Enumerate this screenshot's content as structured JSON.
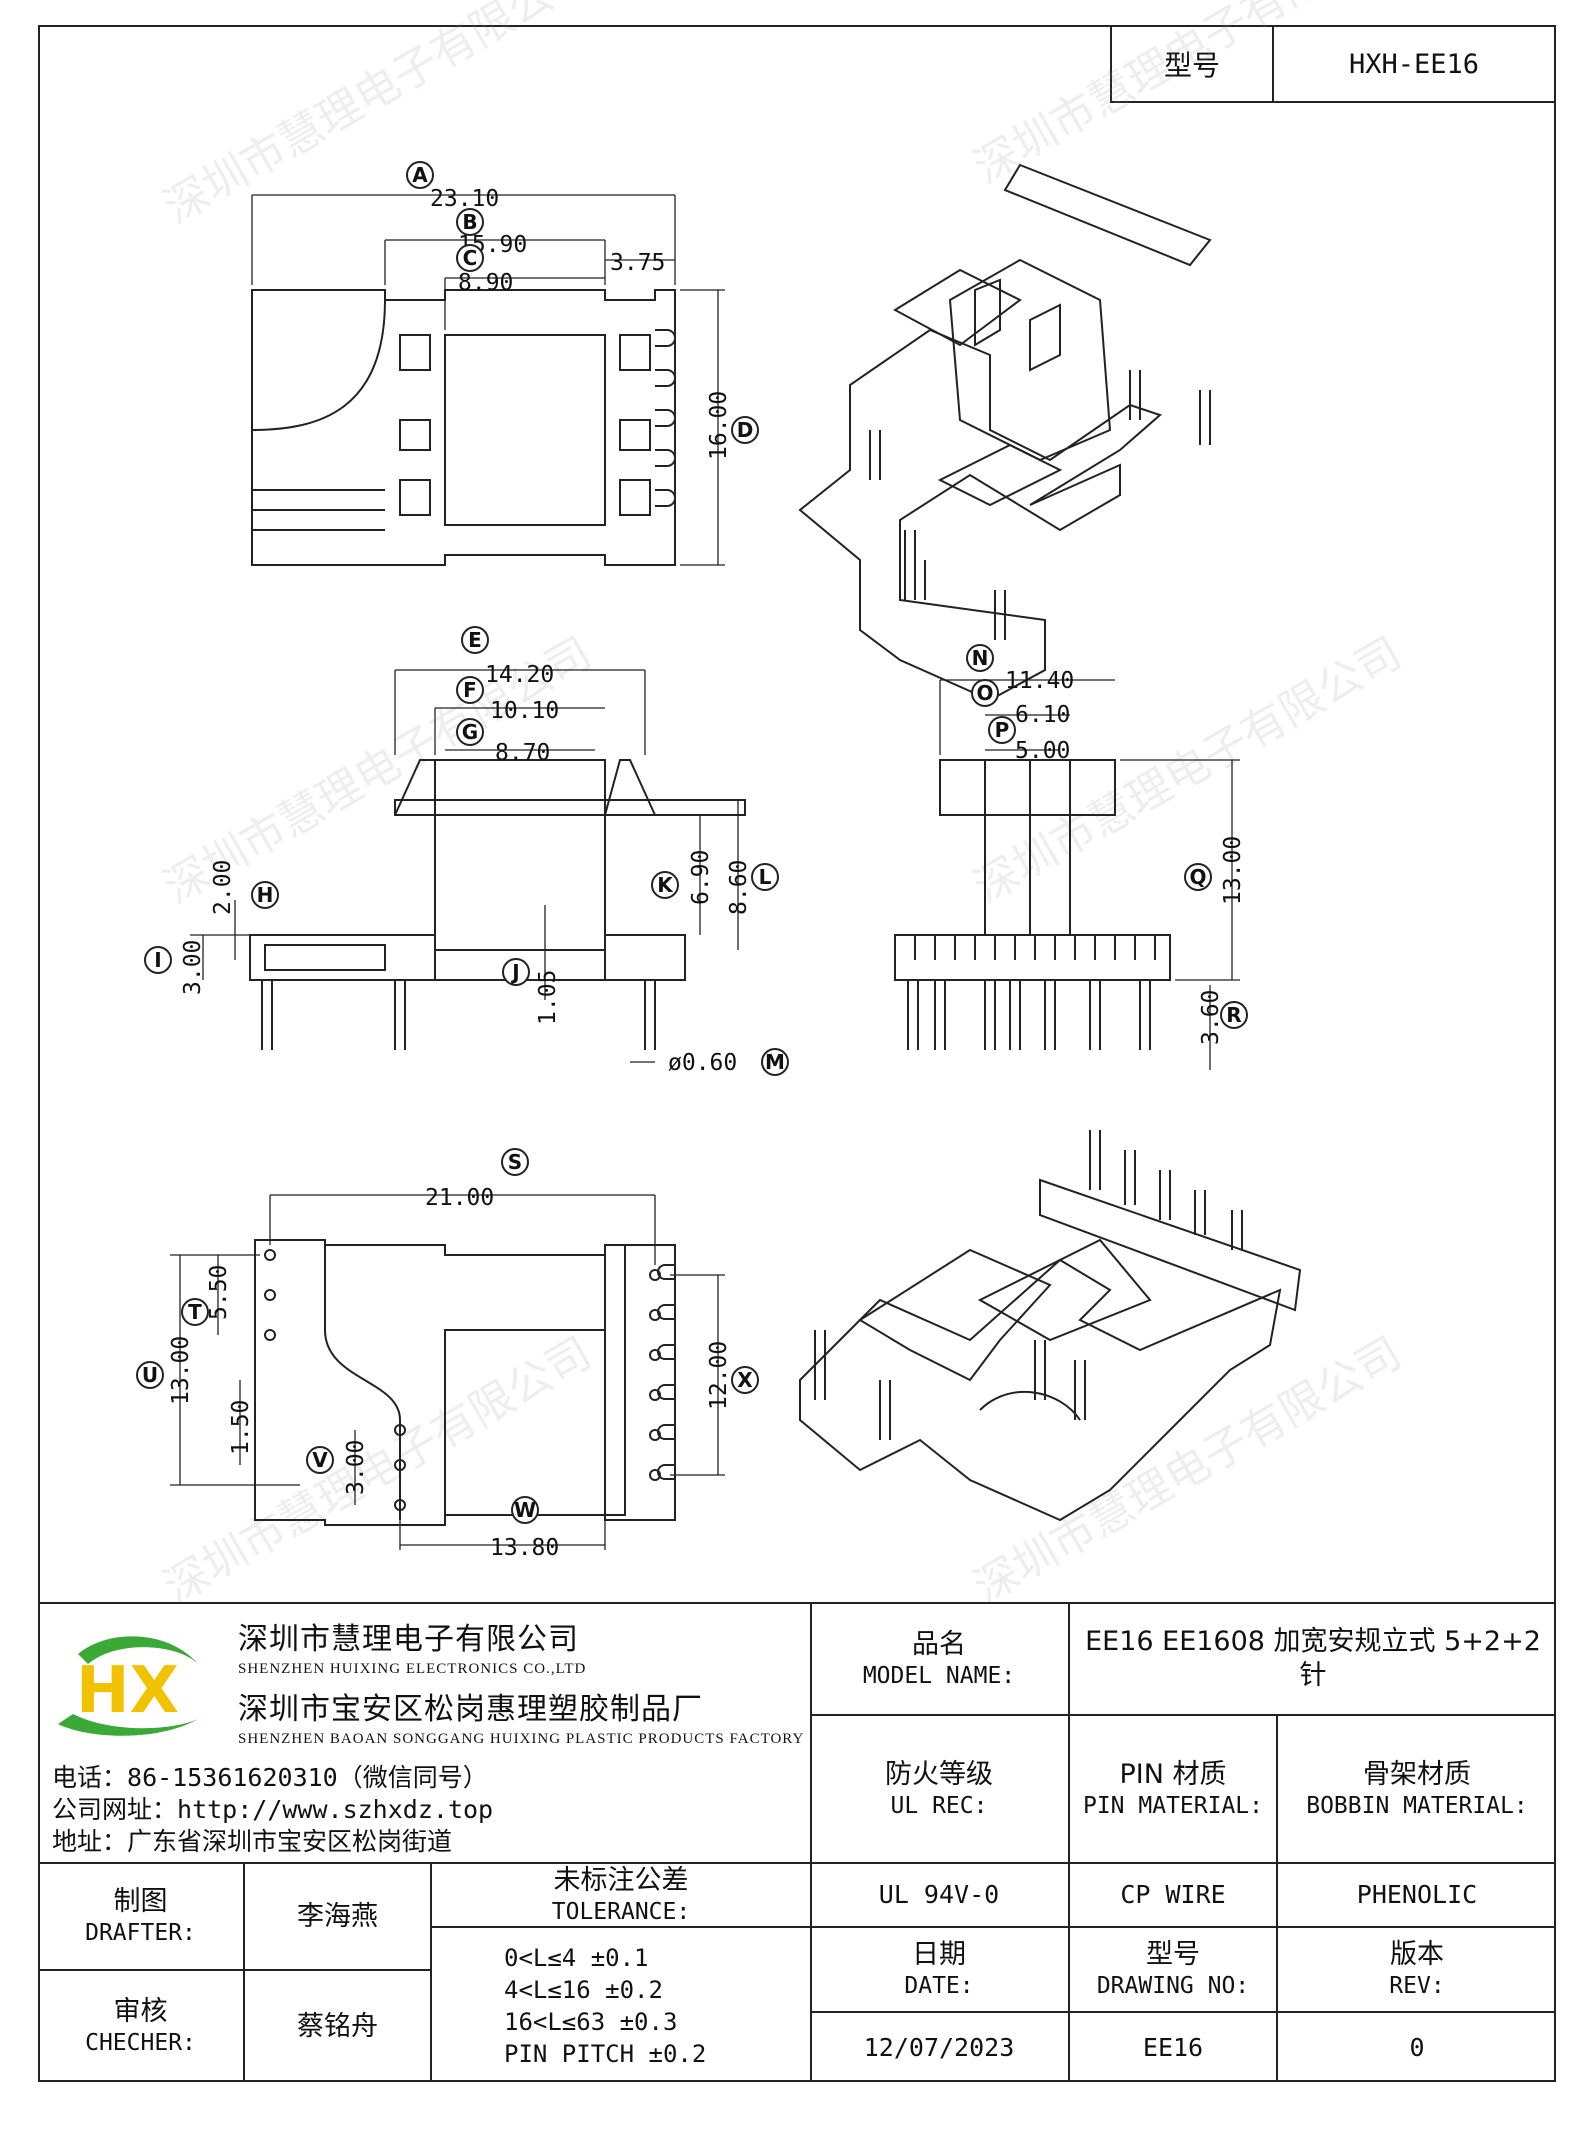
{
  "header": {
    "type_label": "型号",
    "type_value": "HXH-EE16"
  },
  "watermark": "深圳市慧理电子有限公司",
  "dimensions": {
    "A": "23.10",
    "B": "15.90",
    "C": "8.90",
    "C2": "3.75",
    "D": "16.00",
    "E": "14.20",
    "F": "10.10",
    "G": "8.70",
    "H": "2.00",
    "I": "3.00",
    "J": "1.05",
    "K": "6.90",
    "L": "8.60",
    "M": "ø0.60",
    "N": "11.40",
    "O": "6.10",
    "P": "5.00",
    "Q": "13.00",
    "R": "3.60",
    "S": "21.00",
    "T": "5.50",
    "U": "13.00",
    "U2": "1.50",
    "V": "3.00",
    "W": "13.80",
    "X": "12.00"
  },
  "tags": [
    "A",
    "B",
    "C",
    "D",
    "E",
    "F",
    "G",
    "H",
    "I",
    "J",
    "K",
    "L",
    "M",
    "N",
    "O",
    "P",
    "Q",
    "R",
    "S",
    "T",
    "U",
    "V",
    "W",
    "X"
  ],
  "company": {
    "logo_text": "HX",
    "name_cn_1": "深圳市慧理电子有限公司",
    "name_en_1": "SHENZHEN HUIXING ELECTRONICS CO.,LTD",
    "name_cn_2": "深圳市宝安区松岗惠理塑胶制品厂",
    "name_en_2": "SHENZHEN BAOAN SONGGANG HUIXING PLASTIC PRODUCTS FACTORY",
    "phone_label": "电话：",
    "phone": "86-15361620310（微信同号）",
    "web_label": "公司网址：",
    "web": "http://www.szhxdz.top",
    "addr_label": "地址：",
    "addr": "广东省深圳市宝安区松岗街道"
  },
  "title_block": {
    "model_name_zh": "品名",
    "model_name_en": "MODEL NAME:",
    "model_name_value": "EE16 EE1608 加宽安规立式 5+2+2 针",
    "ul_zh": "防火等级",
    "ul_en": "UL REC:",
    "ul_value": "UL 94V-0",
    "pin_zh": "PIN 材质",
    "pin_en": "PIN MATERIAL:",
    "pin_value": "CP WIRE",
    "bobbin_zh": "骨架材质",
    "bobbin_en": "BOBBIN MATERIAL:",
    "bobbin_value": "PHENOLIC",
    "drafter_zh": "制图",
    "drafter_en": "DRAFTER:",
    "drafter_value": "李海燕",
    "checker_zh": "审核",
    "checker_en": "CHECHER:",
    "checker_value": "蔡铭舟",
    "tolerance_zh": "未标注公差",
    "tolerance_en": "TOLERANCE:",
    "tolerances": [
      "0<L≤4  ±0.1",
      "4<L≤16 ±0.2",
      "16<L≤63 ±0.3",
      "PIN PITCH ±0.2"
    ],
    "date_zh": "日期",
    "date_en": "DATE:",
    "date_value": "12/07/2023",
    "drawing_zh": "型号",
    "drawing_en": "DRAWING NO:",
    "drawing_value": "EE16",
    "rev_zh": "版本",
    "rev_en": "REV:",
    "rev_value": "0"
  },
  "colors": {
    "logo_green": "#3aa935",
    "logo_yellow": "#f2c200",
    "line": "#222222"
  }
}
